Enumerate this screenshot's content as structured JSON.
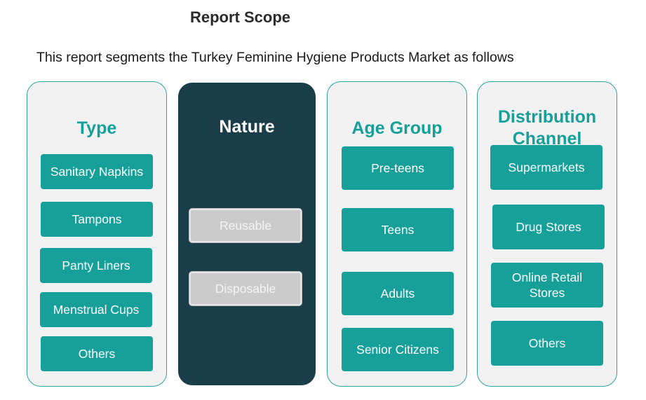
{
  "title": "Report Scope",
  "subtitle": "This report segments the Turkey Feminine Hygiene Products Market as follows",
  "type": {
    "heading": "Type",
    "items": [
      "Sanitary Napkins",
      "Tampons",
      "Panty Liners",
      "Menstrual Cups",
      "Others"
    ]
  },
  "nature": {
    "heading": "Nature",
    "items": [
      "Reusable",
      "Disposable"
    ]
  },
  "age_group": {
    "heading": "Age Group",
    "items": [
      "Pre-teens",
      "Teens",
      "Adults",
      "Senior Citizens"
    ]
  },
  "distribution": {
    "heading_line1": "Distribution",
    "heading_line2": "Channel",
    "items": [
      "Supermarkets",
      "Drug Stores",
      "Online Retail Stores",
      "Others"
    ]
  },
  "colors": {
    "teal": "#17a09a",
    "dark_panel": "#1a3d4a",
    "light_panel": "#f2f2f2",
    "grey_box": "#cbcbcb"
  }
}
